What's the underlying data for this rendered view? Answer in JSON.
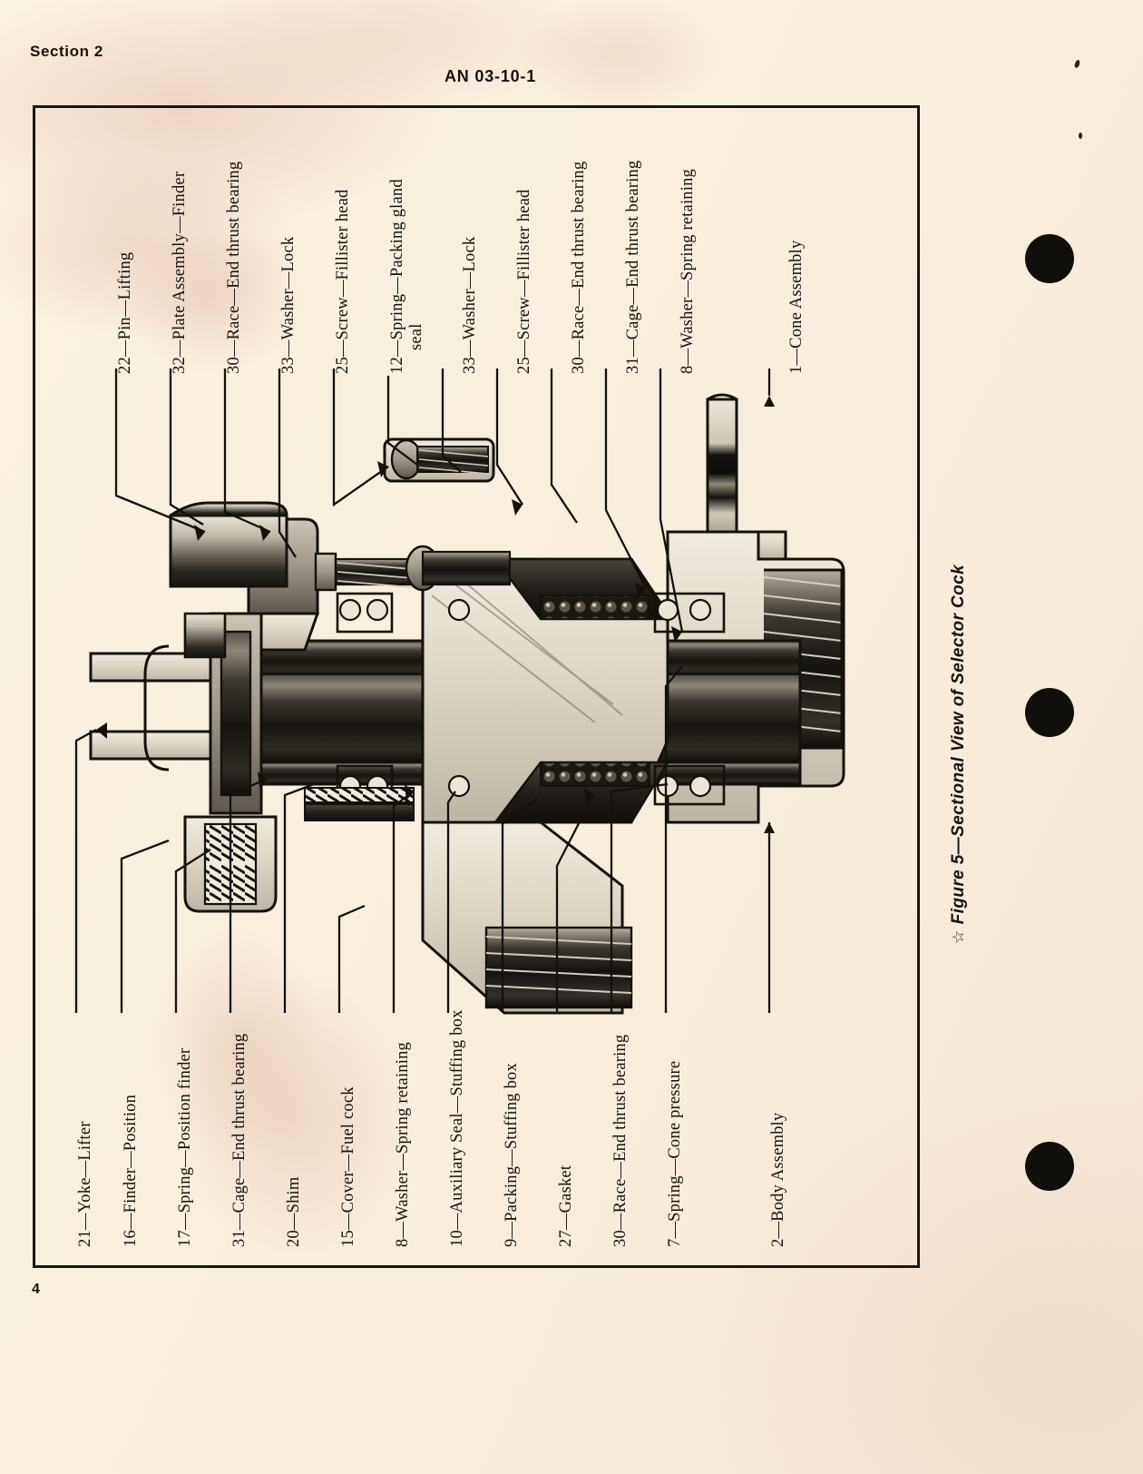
{
  "page": {
    "section_label": "Section 2",
    "document_number": "AN 03-10-1",
    "page_number": "4",
    "background_color": "#f7eede",
    "ink_color": "#16120e"
  },
  "figure": {
    "caption_star": "☆",
    "caption": "Figure 5—Sectional View of Selector Cock",
    "frame_color": "#1a1611"
  },
  "callouts_top": [
    {
      "number": "22",
      "name": "Pin—Lifting",
      "line1": "22—Pin—Lifting"
    },
    {
      "number": "32",
      "name": "Plate Assembly—Finder",
      "line1": "32—Plate Assembly—Finder"
    },
    {
      "number": "30",
      "name": "Race—End thrust bearing",
      "line1": "30—Race—End thrust bearing"
    },
    {
      "number": "33",
      "name": "Washer—Lock",
      "line1": "33—Washer—Lock"
    },
    {
      "number": "25",
      "name": "Screw—Fillister head",
      "line1": "25—Screw—Fillister head"
    },
    {
      "number": "12",
      "name": "Spring—Packing gland seal",
      "line1": "12—Spring—Packing gland",
      "line2": "seal"
    },
    {
      "number": "33",
      "name": "Washer—Lock",
      "line1": "33—Washer—Lock"
    },
    {
      "number": "25",
      "name": "Screw—Fillister head",
      "line1": "25—Screw—Fillister head"
    },
    {
      "number": "30",
      "name": "Race—End thrust bearing",
      "line1": "30—Race—End thrust bearing"
    },
    {
      "number": "31",
      "name": "Cage—End thrust bearing",
      "line1": "31—Cage—End thrust bearing"
    },
    {
      "number": "8",
      "name": "Washer—Spring retaining",
      "line1": "8—Washer—Spring retaining"
    },
    {
      "number": "1",
      "name": "Cone Assembly",
      "line1": "1—Cone Assembly"
    }
  ],
  "callouts_bottom": [
    {
      "number": "21",
      "name": "Yoke—Lifter",
      "line1": "21—Yoke—Lifter"
    },
    {
      "number": "16",
      "name": "Finder—Position",
      "line1": "16—Finder—Position"
    },
    {
      "number": "17",
      "name": "Spring—Position finder",
      "line1": "17—Spring—Position finder"
    },
    {
      "number": "31",
      "name": "Cage—End thrust bearing",
      "line1": "31—Cage—End thrust bearing"
    },
    {
      "number": "20",
      "name": "Shim",
      "line1": "20—Shim"
    },
    {
      "number": "15",
      "name": "Cover—Fuel cock",
      "line1": "15—Cover—Fuel cock"
    },
    {
      "number": "8",
      "name": "Washer—Spring retaining",
      "line1": "8—Washer—Spring retaining"
    },
    {
      "number": "10",
      "name": "Auxiliary Seal—Stuffing box",
      "line1": "10—Auxiliary Seal—Stuffing box"
    },
    {
      "number": "9",
      "name": "Packing—Stuffing box",
      "line1": "9—Packing—Stuffing box"
    },
    {
      "number": "27",
      "name": "Gasket",
      "line1": "27—Gasket"
    },
    {
      "number": "30",
      "name": "Race—End thrust bearing",
      "line1": "30—Race—End thrust bearing"
    },
    {
      "number": "7",
      "name": "Spring—Cone pressure",
      "line1": "7—Spring—Cone pressure"
    },
    {
      "number": "2",
      "name": "Body Assembly",
      "line1": "2—Body Assembly"
    }
  ],
  "punch_holes": [
    {
      "id": "hole-1"
    },
    {
      "id": "hole-2"
    },
    {
      "id": "hole-3"
    }
  ]
}
